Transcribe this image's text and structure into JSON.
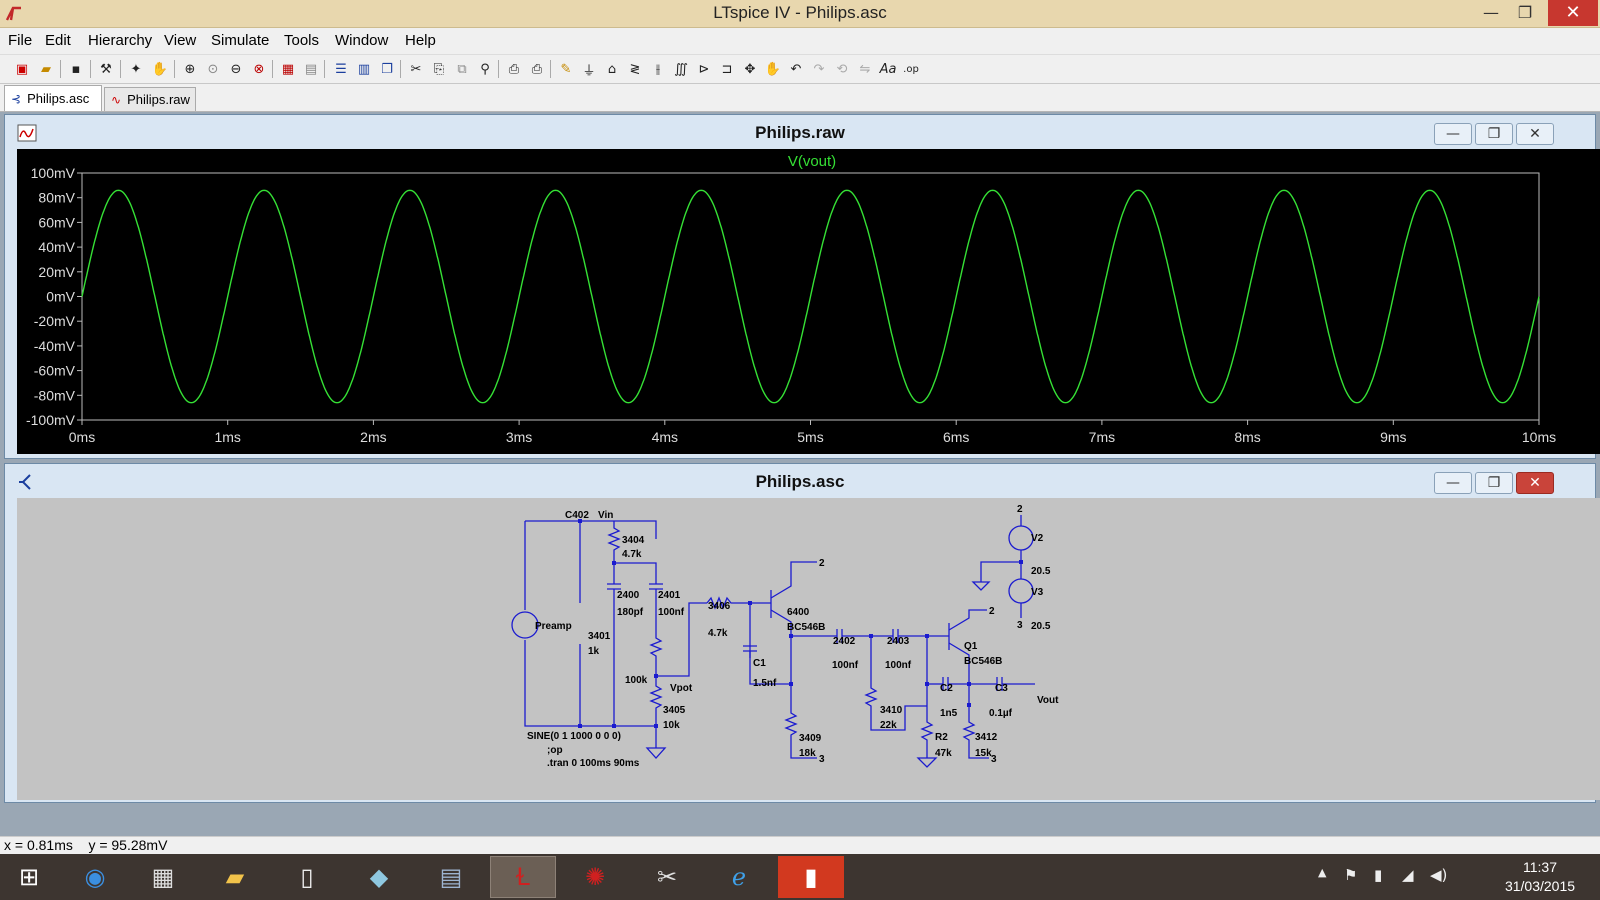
{
  "window": {
    "title": "LTspice IV - Philips.asc",
    "minimize_glyph": "—",
    "maximize_glyph": "❐",
    "close_glyph": "✕"
  },
  "menu": [
    "File",
    "Edit",
    "Hierarchy",
    "View",
    "Simulate",
    "Tools",
    "Window",
    "Help"
  ],
  "tabs": [
    {
      "label": "Philips.asc",
      "icon": "schematic-icon",
      "active": true
    },
    {
      "label": "Philips.raw",
      "icon": "waveform-icon",
      "active": false
    }
  ],
  "plot_window": {
    "title": "Philips.raw",
    "trace_label": "V(vout)",
    "trace_color": "#35e035"
  },
  "chart_data": {
    "type": "line",
    "series": [
      {
        "name": "V(vout)",
        "frequency_hz": 1000,
        "amplitude_mv": 86,
        "offset_mv": 0
      }
    ],
    "xlim": [
      0,
      10
    ],
    "ylim": [
      -100,
      100
    ],
    "xticks": [
      "0ms",
      "1ms",
      "2ms",
      "3ms",
      "4ms",
      "5ms",
      "6ms",
      "7ms",
      "8ms",
      "9ms",
      "10ms"
    ],
    "yticks": [
      "100mV",
      "80mV",
      "60mV",
      "40mV",
      "20mV",
      "0mV",
      "-20mV",
      "-40mV",
      "-60mV",
      "-80mV",
      "-100mV"
    ],
    "grid": false
  },
  "schematic_window": {
    "title": "Philips.asc",
    "wire_color": "#1b1bcf",
    "labels": {
      "c402": "C402",
      "vin": "Vin",
      "r3404": "3404",
      "r3404v": "4.7k",
      "c2400": "2400",
      "c2400v": "180pf",
      "c2401": "2401",
      "c2401v": "100nf",
      "preamp": "Preamp",
      "r3401": "3401",
      "r3401v": "1k",
      "pot": "100k",
      "vpot": "Vpot",
      "r3405": "3405",
      "r3405v": "10k",
      "r3406": "3406",
      "r3406v": "4.7k",
      "q6400": "6400",
      "q6400m": "BC546B",
      "c1": "C1",
      "c1v": "1.5nf",
      "r3409": "3409",
      "r3409v": "18k",
      "c2402": "2402",
      "c2402v": "100nf",
      "c2403": "2403",
      "c2403v": "100nf",
      "r3410": "3410",
      "r3410v": "22k",
      "q1": "Q1",
      "q1m": "BC546B",
      "c2": "C2",
      "c2v": "1n5",
      "c3": "C3",
      "c3v": "0.1µf",
      "vout": "Vout",
      "r2": "R2",
      "r2v": "47k",
      "r3412": "3412",
      "r3412v": "15k",
      "v2": "V2",
      "v2v": "20.5",
      "v3": "V3",
      "v3v": "20.5",
      "n2a": "2",
      "n2b": "2",
      "n2c": "2",
      "n3a": "3",
      "n3b": "3",
      "n3c": "3",
      "sine": "SINE(0 1 1000 0 0 0)",
      "op": ";op",
      "tran": ".tran 0 100ms 90ms"
    }
  },
  "status": {
    "x": "x = 0.81ms",
    "y": "y = 95.28mV"
  },
  "clock": {
    "time": "11:37",
    "date": "31/03/2015"
  }
}
